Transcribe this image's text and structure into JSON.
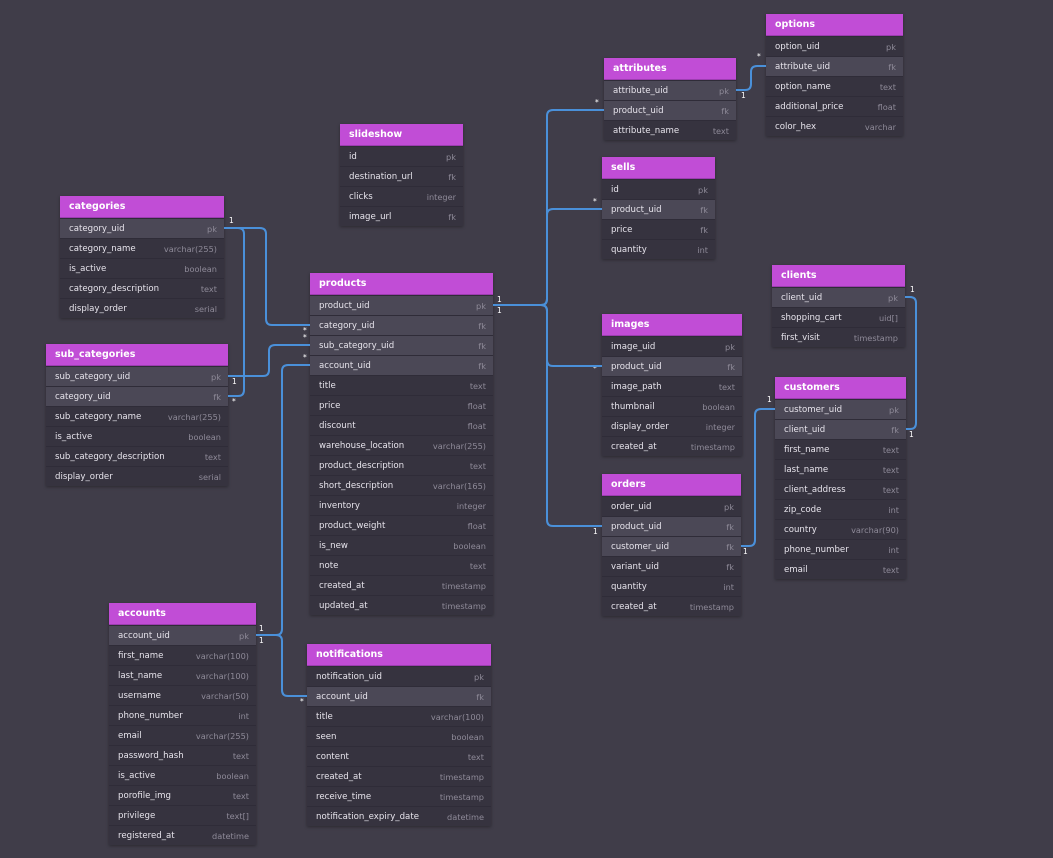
{
  "tables": {
    "options": {
      "name": "options",
      "fields": [
        {
          "name": "option_uid",
          "type": "pk"
        },
        {
          "name": "attribute_uid",
          "type": "fk"
        },
        {
          "name": "option_name",
          "type": "text"
        },
        {
          "name": "additional_price",
          "type": "float"
        },
        {
          "name": "color_hex",
          "type": "varchar"
        }
      ]
    },
    "attributes": {
      "name": "attributes",
      "fields": [
        {
          "name": "attribute_uid",
          "type": "pk"
        },
        {
          "name": "product_uid",
          "type": "fk"
        },
        {
          "name": "attribute_name",
          "type": "text"
        }
      ]
    },
    "slideshow": {
      "name": "slideshow",
      "fields": [
        {
          "name": "id",
          "type": "pk"
        },
        {
          "name": "destination_url",
          "type": "fk"
        },
        {
          "name": "clicks",
          "type": "integer"
        },
        {
          "name": "image_url",
          "type": "fk"
        }
      ]
    },
    "sells": {
      "name": "sells",
      "fields": [
        {
          "name": "id",
          "type": "pk"
        },
        {
          "name": "product_uid",
          "type": "fk"
        },
        {
          "name": "price",
          "type": "fk"
        },
        {
          "name": "quantity",
          "type": "int"
        }
      ]
    },
    "categories": {
      "name": "categories",
      "fields": [
        {
          "name": "category_uid",
          "type": "pk"
        },
        {
          "name": "category_name",
          "type": "varchar(255)"
        },
        {
          "name": "is_active",
          "type": "boolean"
        },
        {
          "name": "category_description",
          "type": "text"
        },
        {
          "name": "display_order",
          "type": "serial"
        }
      ]
    },
    "clients": {
      "name": "clients",
      "fields": [
        {
          "name": "client_uid",
          "type": "pk"
        },
        {
          "name": "shopping_cart",
          "type": "uid[]"
        },
        {
          "name": "first_visit",
          "type": "timestamp"
        }
      ]
    },
    "products": {
      "name": "products",
      "fields": [
        {
          "name": "product_uid",
          "type": "pk"
        },
        {
          "name": "category_uid",
          "type": "fk"
        },
        {
          "name": "sub_category_uid",
          "type": "fk"
        },
        {
          "name": "account_uid",
          "type": "fk"
        },
        {
          "name": "title",
          "type": "text"
        },
        {
          "name": "price",
          "type": "float"
        },
        {
          "name": "discount",
          "type": "float"
        },
        {
          "name": "warehouse_location",
          "type": "varchar(255)"
        },
        {
          "name": "product_description",
          "type": "text"
        },
        {
          "name": "short_description",
          "type": "varchar(165)"
        },
        {
          "name": "inventory",
          "type": "integer"
        },
        {
          "name": "product_weight",
          "type": "float"
        },
        {
          "name": "is_new",
          "type": "boolean"
        },
        {
          "name": "note",
          "type": "text"
        },
        {
          "name": "created_at",
          "type": "timestamp"
        },
        {
          "name": "updated_at",
          "type": "timestamp"
        }
      ]
    },
    "images": {
      "name": "images",
      "fields": [
        {
          "name": "image_uid",
          "type": "pk"
        },
        {
          "name": "product_uid",
          "type": "fk"
        },
        {
          "name": "image_path",
          "type": "text"
        },
        {
          "name": "thumbnail",
          "type": "boolean"
        },
        {
          "name": "display_order",
          "type": "integer"
        },
        {
          "name": "created_at",
          "type": "timestamp"
        }
      ]
    },
    "sub_categories": {
      "name": "sub_categories",
      "fields": [
        {
          "name": "sub_category_uid",
          "type": "pk"
        },
        {
          "name": "category_uid",
          "type": "fk"
        },
        {
          "name": "sub_category_name",
          "type": "varchar(255)"
        },
        {
          "name": "is_active",
          "type": "boolean"
        },
        {
          "name": "sub_category_description",
          "type": "text"
        },
        {
          "name": "display_order",
          "type": "serial"
        }
      ]
    },
    "customers": {
      "name": "customers",
      "fields": [
        {
          "name": "customer_uid",
          "type": "pk"
        },
        {
          "name": "client_uid",
          "type": "fk"
        },
        {
          "name": "first_name",
          "type": "text"
        },
        {
          "name": "last_name",
          "type": "text"
        },
        {
          "name": "client_address",
          "type": "text"
        },
        {
          "name": "zip_code",
          "type": "int"
        },
        {
          "name": "country",
          "type": "varchar(90)"
        },
        {
          "name": "phone_number",
          "type": "int"
        },
        {
          "name": "email",
          "type": "text"
        }
      ]
    },
    "orders": {
      "name": "orders",
      "fields": [
        {
          "name": "order_uid",
          "type": "pk"
        },
        {
          "name": "product_uid",
          "type": "fk"
        },
        {
          "name": "customer_uid",
          "type": "fk"
        },
        {
          "name": "variant_uid",
          "type": "fk"
        },
        {
          "name": "quantity",
          "type": "int"
        },
        {
          "name": "created_at",
          "type": "timestamp"
        }
      ]
    },
    "accounts": {
      "name": "accounts",
      "fields": [
        {
          "name": "account_uid",
          "type": "pk"
        },
        {
          "name": "first_name",
          "type": "varchar(100)"
        },
        {
          "name": "last_name",
          "type": "varchar(100)"
        },
        {
          "name": "username",
          "type": "varchar(50)"
        },
        {
          "name": "phone_number",
          "type": "int"
        },
        {
          "name": "email",
          "type": "varchar(255)"
        },
        {
          "name": "password_hash",
          "type": "text"
        },
        {
          "name": "is_active",
          "type": "boolean"
        },
        {
          "name": "porofile_img",
          "type": "text"
        },
        {
          "name": "privilege",
          "type": "text[]"
        },
        {
          "name": "registered_at",
          "type": "datetime"
        }
      ]
    },
    "notifications": {
      "name": "notifications",
      "fields": [
        {
          "name": "notification_uid",
          "type": "pk"
        },
        {
          "name": "account_uid",
          "type": "fk"
        },
        {
          "name": "title",
          "type": "varchar(100)"
        },
        {
          "name": "seen",
          "type": "boolean"
        },
        {
          "name": "content",
          "type": "text"
        },
        {
          "name": "created_at",
          "type": "timestamp"
        },
        {
          "name": "receive_time",
          "type": "timestamp"
        },
        {
          "name": "notification_expiry_date",
          "type": "datetime"
        }
      ]
    }
  },
  "cardinality": {
    "one": "1",
    "many": "*"
  },
  "colors": {
    "background": "#403d49",
    "header": "#c14dd6",
    "body": "#36333f",
    "key_row": "#4b4856",
    "relation_line": "#4a90d9"
  }
}
